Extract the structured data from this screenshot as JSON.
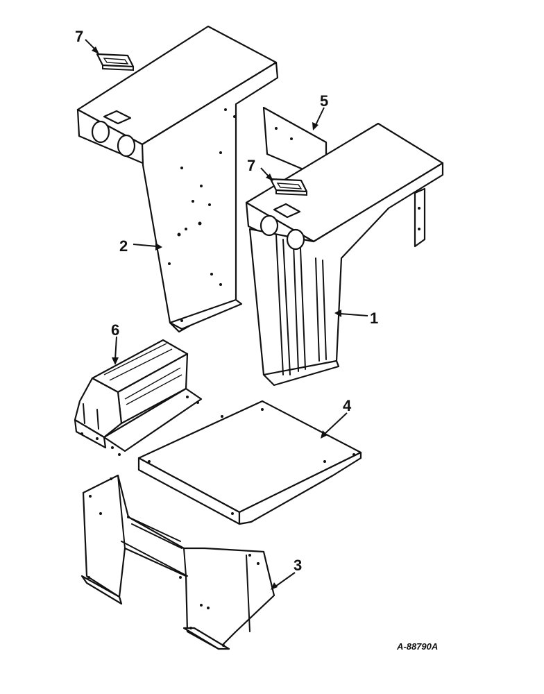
{
  "callouts": [
    {
      "id": "c1",
      "label": "1"
    },
    {
      "id": "c2",
      "label": "2"
    },
    {
      "id": "c3",
      "label": "3"
    },
    {
      "id": "c4",
      "label": "4"
    },
    {
      "id": "c5",
      "label": "5"
    },
    {
      "id": "c6",
      "label": "6"
    },
    {
      "id": "c7a",
      "label": "7"
    },
    {
      "id": "c7b",
      "label": "7"
    }
  ],
  "reference_code": "A-88790A",
  "colors": {
    "ink": "#111111",
    "paper": "#ffffff"
  }
}
